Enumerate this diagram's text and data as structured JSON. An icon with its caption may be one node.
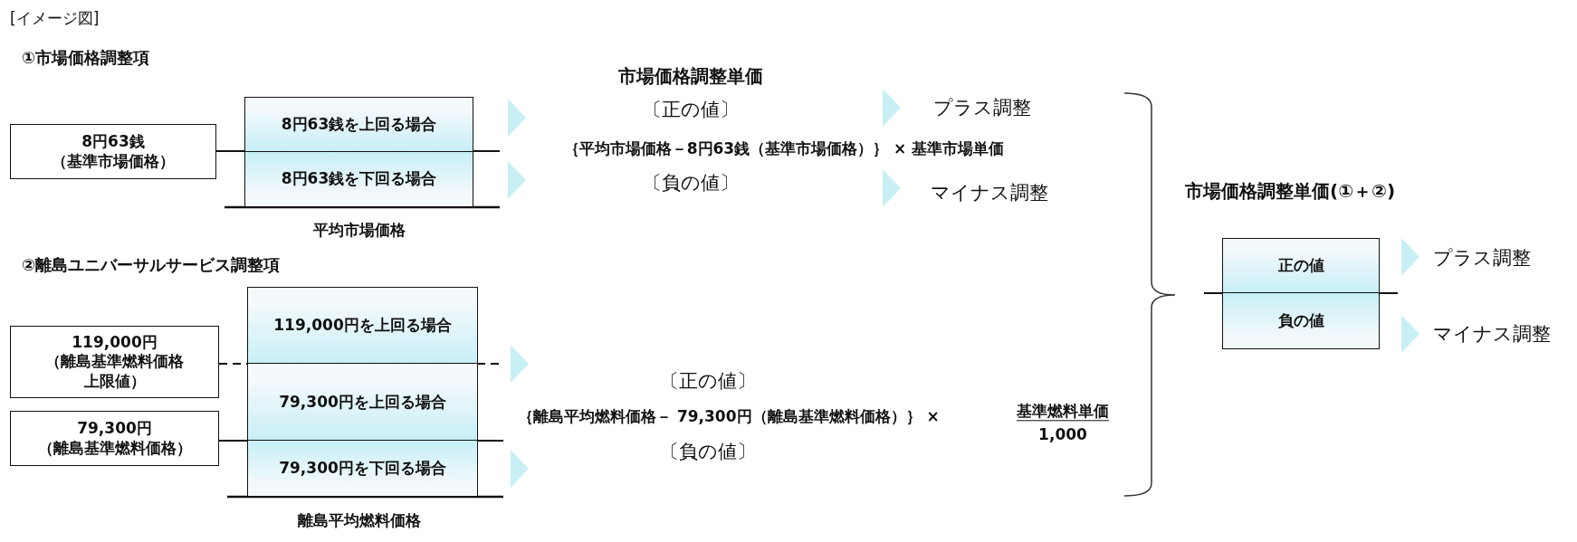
{
  "diagram": {
    "nodes": [
      {
        "text": [
          "8円63銭",
          "（基準市場価格）"
        ]
      },
      {
        "text": [
          "8円63銭を上回る場合"
        ]
      },
      {
        "text": [
          "8円63銭を下回る場合"
        ]
      },
      {
        "text": [
          "119,000円",
          "（離島基準燃料価格上限値）"
        ]
      },
      {
        "text": [
          "79,300円",
          "（離島基準燃料価格）"
        ]
      },
      {
        "text": [
          "119,000円を上回る場合"
        ]
      },
      {
        "text": [
          "79,300円を上回る場合"
        ]
      },
      {
        "text": [
          "79,300円を下回る場合"
        ]
      },
      {
        "text": [
          "正の値"
        ]
      },
      {
        "text": [
          "負の値"
        ]
      }
    ],
    "labels": [
      "[イメージ図]",
      "①市場価格調整項",
      "市場価格調整単価",
      "〔正の値〕",
      "プラス調整",
      "｛平均市場価格－8円63銭（基準市場価格）｝ × 基準市場単価",
      "〔負の値〕",
      "マイナス調整",
      "市場価格調整単価(①＋②)",
      "平均市場価格",
      "プラス調整",
      "②離島ユニバーサルサービス調整項",
      "マイナス調整",
      "〔正の値〕",
      "｛離島平均燃料価格－ 79,300円（離島基準燃料価格）｝ ×",
      "基準燃料単価",
      "1,000",
      "〔負の値〕",
      "離島平均燃料価格"
    ]
  }
}
